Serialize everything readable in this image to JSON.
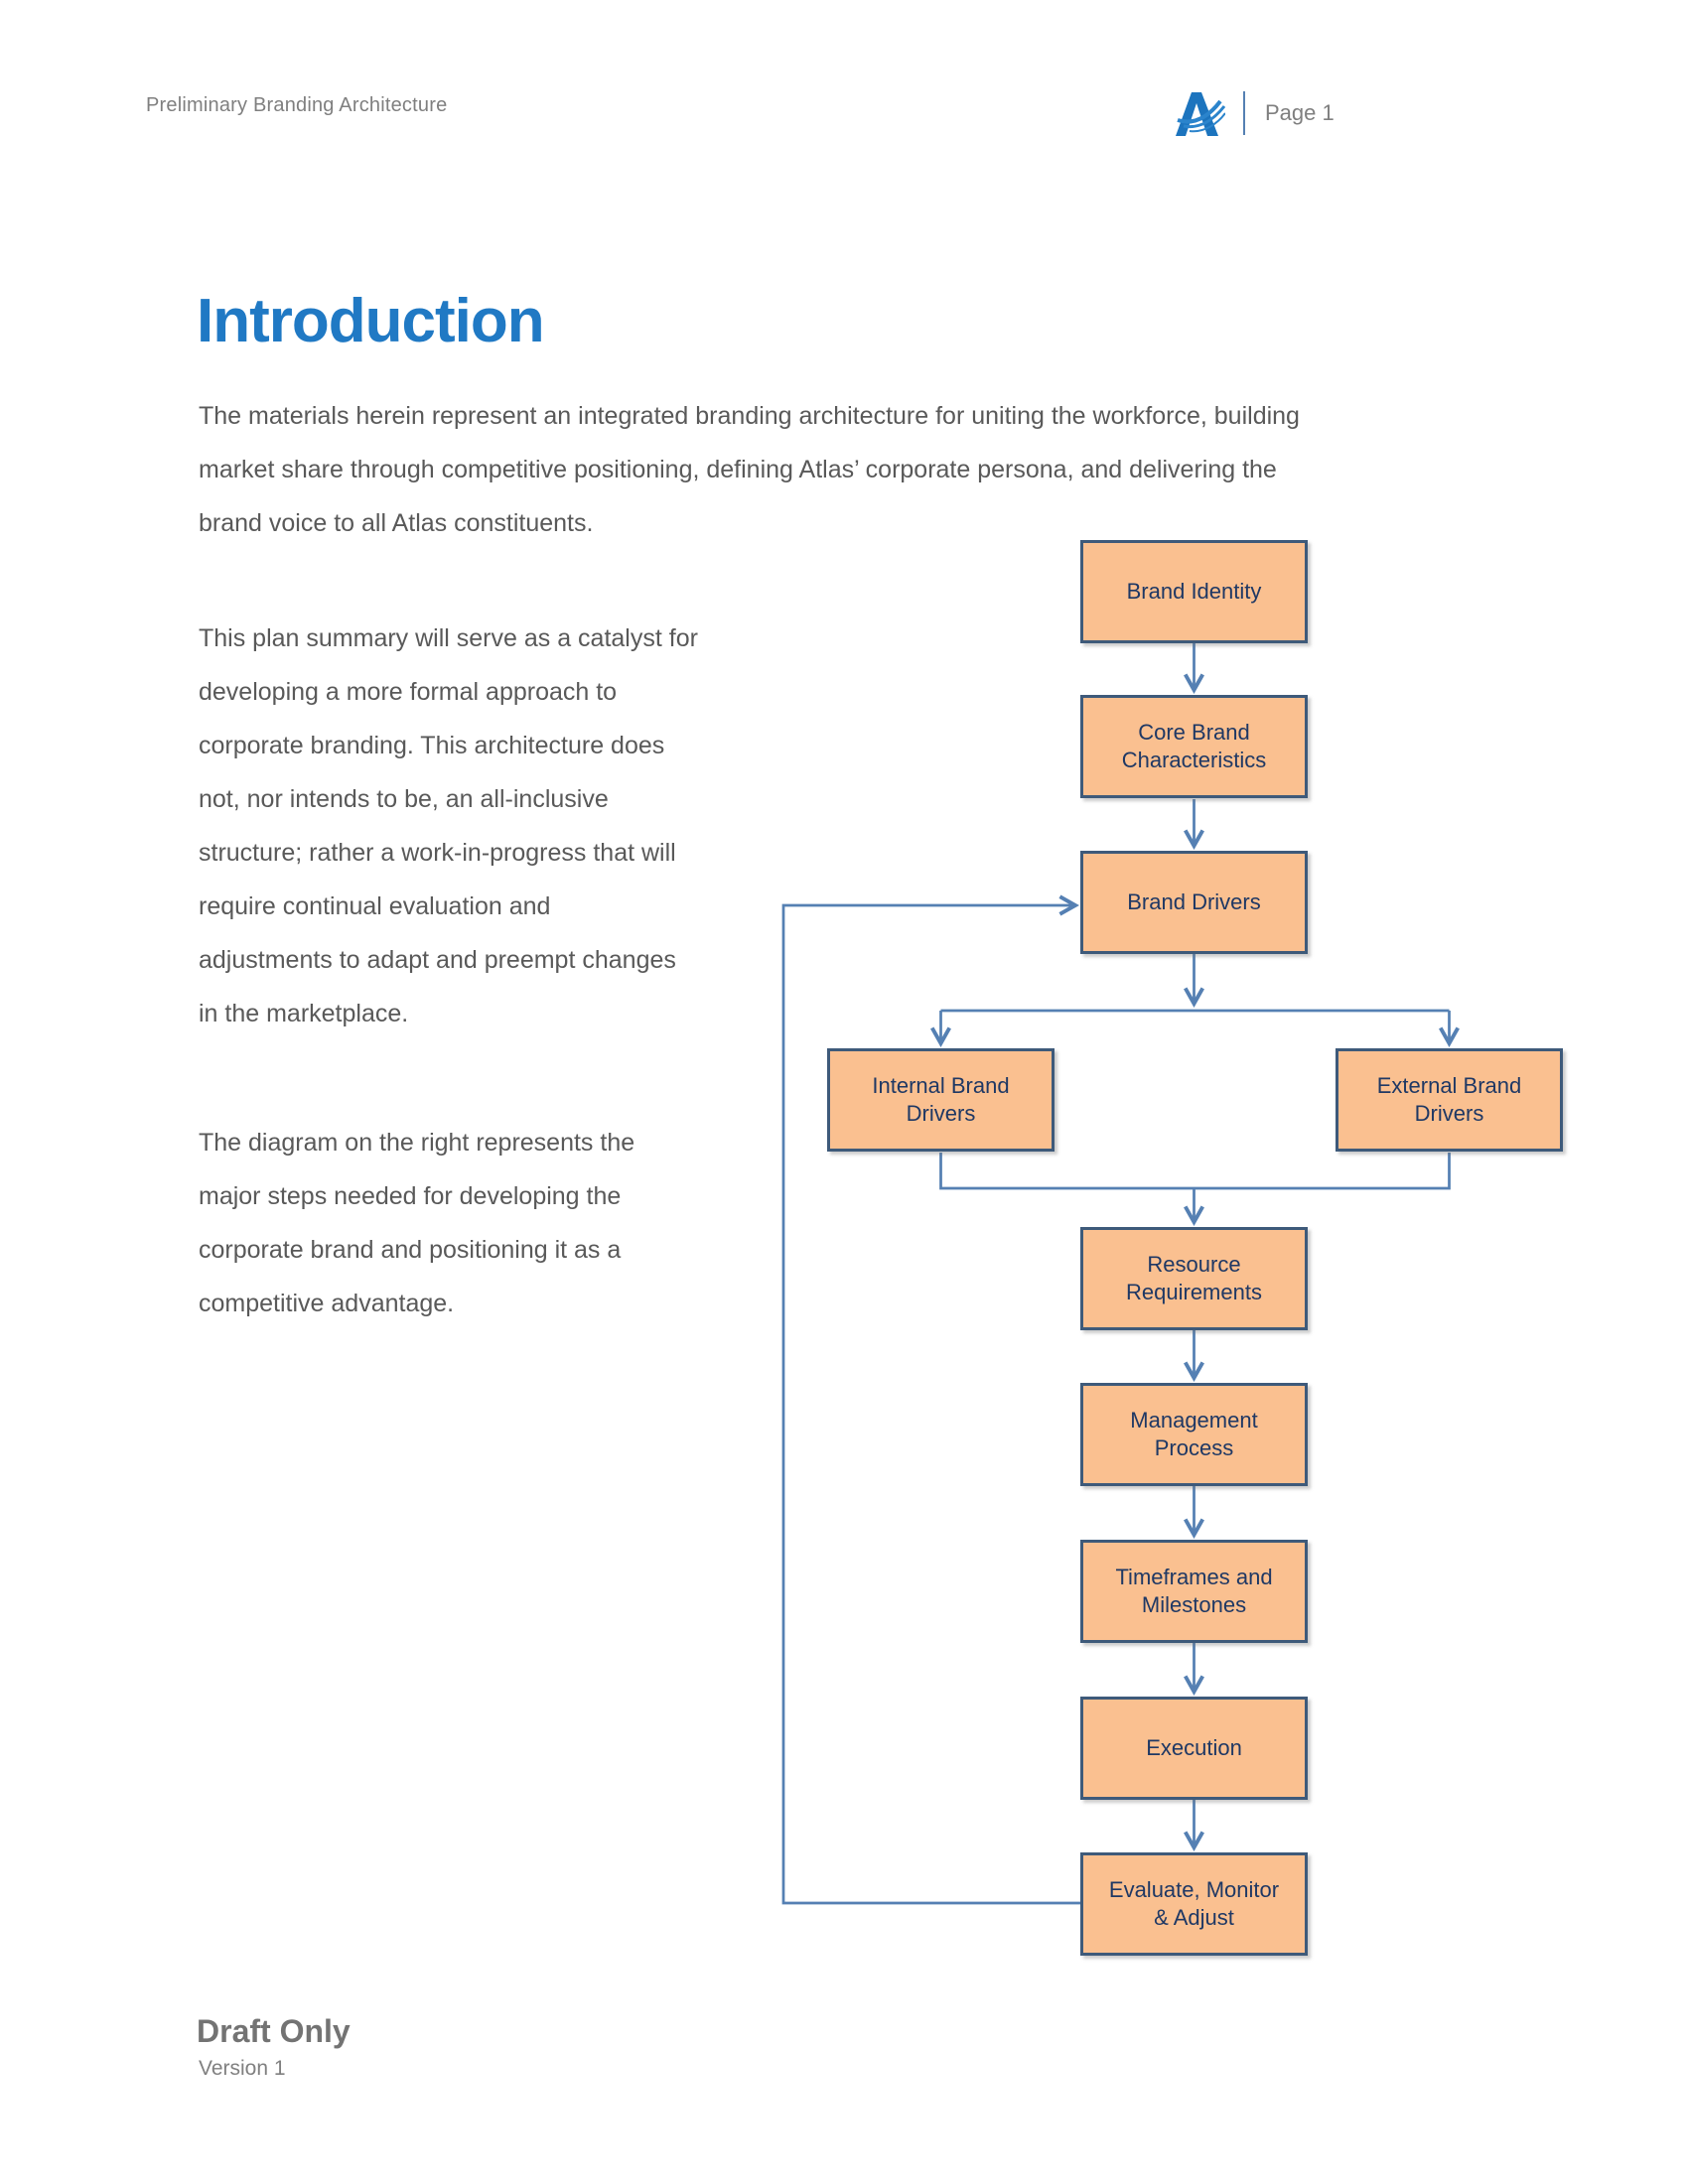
{
  "header": {
    "title": "Preliminary Branding Architecture",
    "page_label": "Page 1",
    "logo_icon": "atlas-logo"
  },
  "content": {
    "heading": "Introduction",
    "paragraph1_lines": [
      "The materials herein represent an integrated branding architecture for uniting the workforce, building",
      "market share through competitive positioning, defining Atlas’ corporate persona, and delivering the",
      "brand voice to all Atlas constituents."
    ],
    "paragraph2_lines": [
      "This plan summary will serve as a catalyst for",
      "developing a more formal approach to",
      "corporate branding. This architecture does",
      "not, nor intends to be, an all-inclusive",
      "structure; rather a work-in-progress that will",
      "require continual evaluation and",
      "adjustments to adapt and preempt changes",
      "in the marketplace."
    ],
    "paragraph3_lines": [
      "The diagram on the right represents the",
      "major steps needed for developing the",
      "corporate brand and positioning it as a",
      "competitive advantage."
    ]
  },
  "diagram": {
    "flow_direction": "top-down with feedback loop from last step back to Brand Drivers",
    "nodes": [
      {
        "id": "brand-identity",
        "label": [
          "Brand Identity"
        ]
      },
      {
        "id": "core-brand-characteristics",
        "label": [
          "Core Brand",
          "Characteristics"
        ]
      },
      {
        "id": "brand-drivers",
        "label": [
          "Brand Drivers"
        ]
      },
      {
        "id": "internal-brand-drivers",
        "label": [
          "Internal Brand",
          "Drivers"
        ]
      },
      {
        "id": "external-brand-drivers",
        "label": [
          "External Brand",
          "Drivers"
        ]
      },
      {
        "id": "resource-requirements",
        "label": [
          "Resource",
          "Requirements"
        ]
      },
      {
        "id": "management-process",
        "label": [
          "Management",
          "Process"
        ]
      },
      {
        "id": "timeframes-milestones",
        "label": [
          "Timeframes and",
          "Milestones"
        ]
      },
      {
        "id": "execution",
        "label": [
          "Execution"
        ]
      },
      {
        "id": "evaluate-monitor-adjust",
        "label": [
          "Evaluate, Monitor",
          "& Adjust"
        ]
      }
    ]
  },
  "footer": {
    "draft_label": "Draft Only",
    "version_label": "Version 1"
  },
  "colors": {
    "heading_blue": "#2079c4",
    "logo_blue": "#1c74be",
    "body_gray": "#595959",
    "header_gray": "#7f7f7f",
    "node_fill": "#fac090",
    "node_border": "#3e5a7a",
    "node_text": "#1f3864",
    "connector_blue": "#5580b3"
  }
}
